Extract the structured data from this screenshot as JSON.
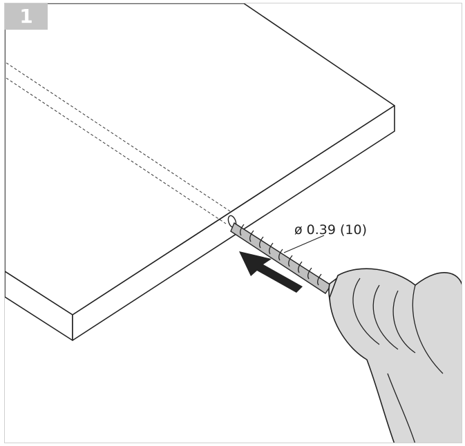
{
  "step": {
    "number": "1"
  },
  "annotation": {
    "drill_diameter": "ø 0.39 (10)"
  },
  "colors": {
    "badge": "#c4c4c4",
    "line": "#222222",
    "drill_body": "#d9d9d9",
    "bit": "#bfbfbf"
  },
  "icons": [
    "board-panel",
    "drill-bit",
    "power-drill",
    "direction-arrow"
  ]
}
